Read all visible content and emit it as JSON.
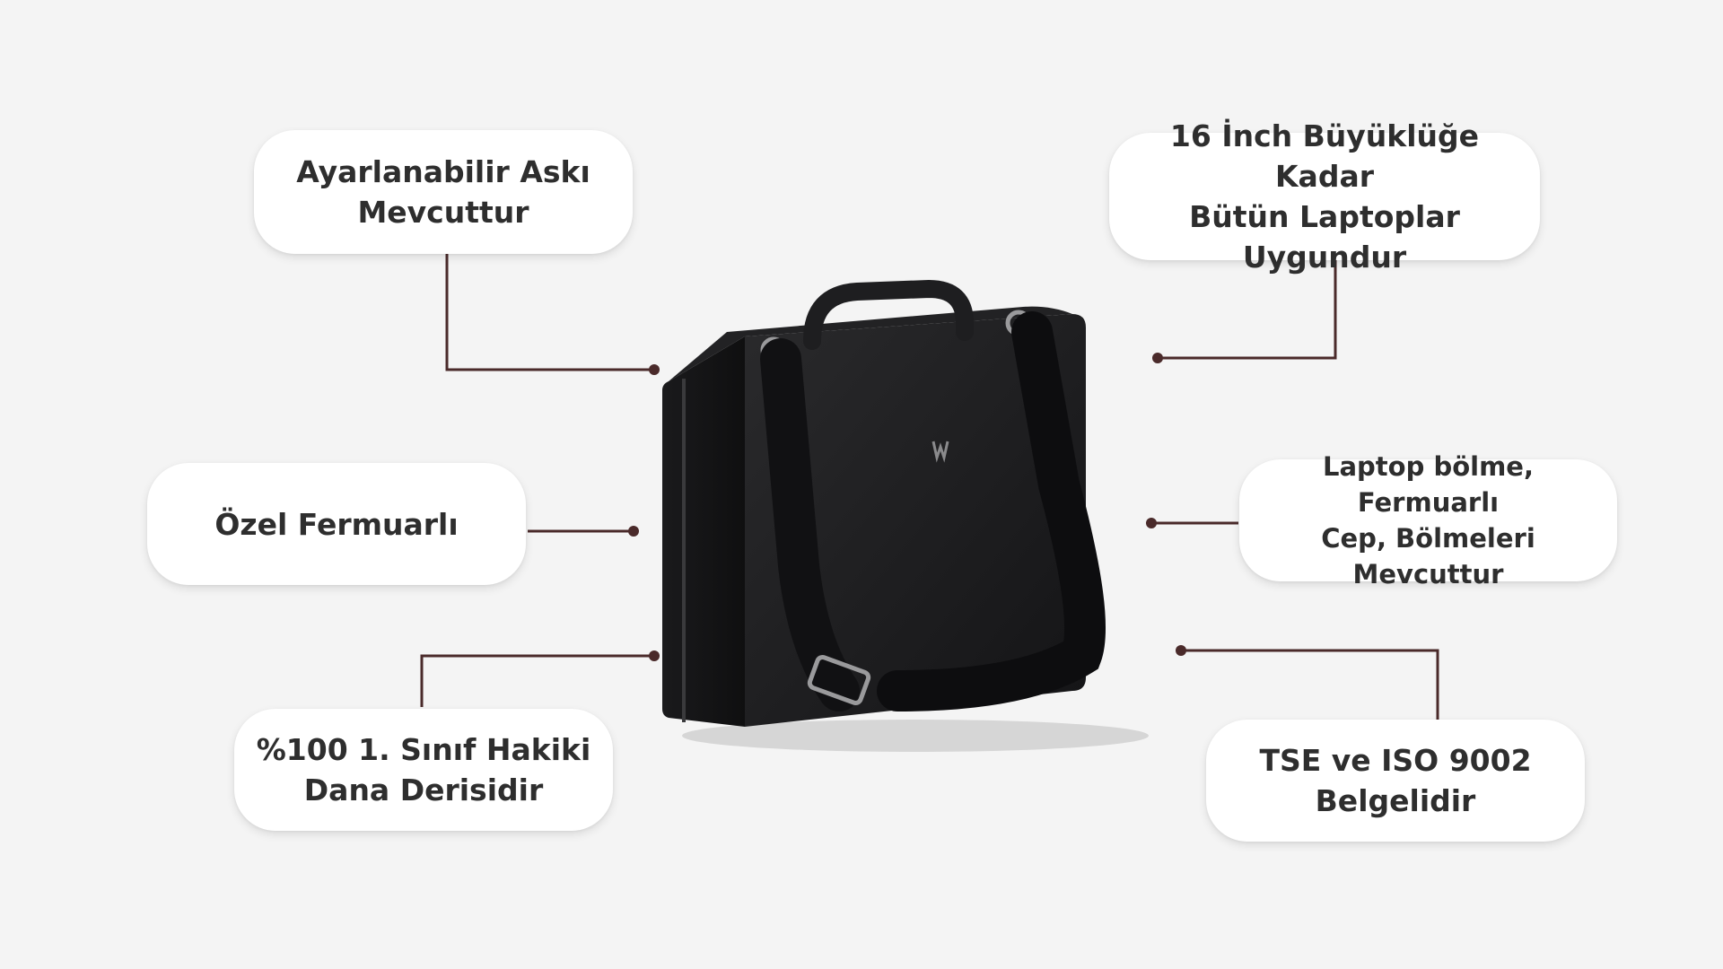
{
  "colors": {
    "background": "#f4f4f4",
    "card": "#ffffff",
    "text": "#2e2e2e",
    "connector": "#4a2a2a",
    "bag": "#1c1c1e"
  },
  "product": {
    "icon": "laptop-bag-image"
  },
  "features": {
    "strap": {
      "text": "Ayarlanabilir Askı\nMevcuttur"
    },
    "size": {
      "text": "16 İnch Büyüklüğe Kadar\nBütün Laptoplar\nUygundur"
    },
    "zipper": {
      "text": "Özel Fermuarlı"
    },
    "compartments": {
      "text": "Laptop bölme, Fermuarlı\nCep, Bölmeleri Mevcuttur"
    },
    "leather": {
      "text": "%100 1. Sınıf Hakiki\nDana Derisidir"
    },
    "certified": {
      "text": "TSE ve ISO 9002\nBelgelidir"
    }
  }
}
